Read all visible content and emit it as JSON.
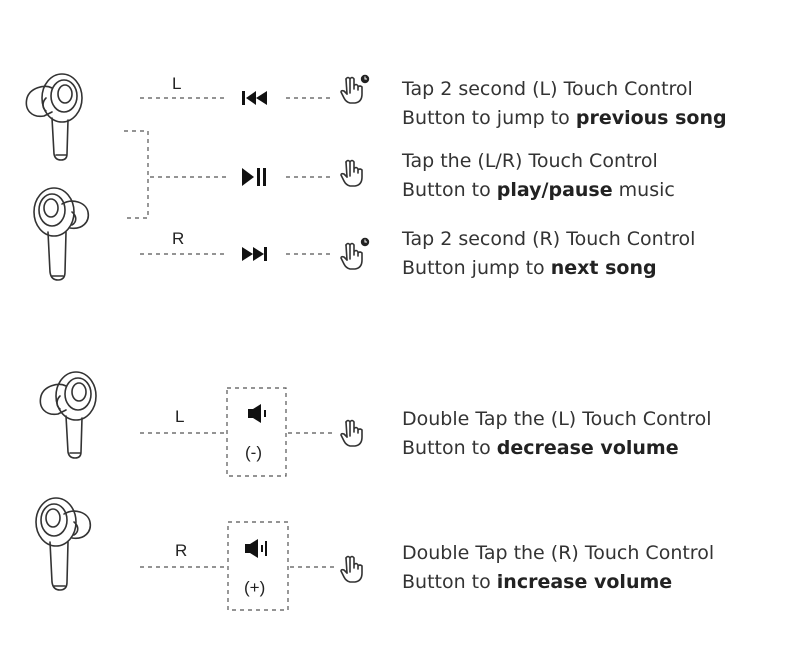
{
  "rows": [
    {
      "side": "L",
      "line1": "Tap 2 second (L) Touch Control",
      "line2_pre": "Button to jump to ",
      "line2_bold": "previous song",
      "line2_post": ""
    },
    {
      "side": "",
      "line1": "Tap the (L/R) Touch Control",
      "line2_pre": "Button to ",
      "line2_bold": "play/pause",
      "line2_post": " music"
    },
    {
      "side": "R",
      "line1": "Tap 2 second  (R) Touch Control",
      "line2_pre": "Button jump to ",
      "line2_bold": "next song",
      "line2_post": ""
    },
    {
      "side": "L",
      "symbol": "(-)",
      "line1": "Double Tap the (L) Touch Control",
      "line2_pre": "Button to ",
      "line2_bold": "decrease volume",
      "line2_post": ""
    },
    {
      "side": "R",
      "symbol": "(+)",
      "line1": "Double Tap the (R) Touch Control",
      "line2_pre": "Button to ",
      "line2_bold": "increase volume",
      "line2_post": ""
    }
  ],
  "icons": {
    "prev": "previous-track-icon",
    "play": "play-pause-icon",
    "next": "next-track-icon",
    "vol_down": "volume-down-icon",
    "vol_up": "volume-up-icon",
    "hold": "hand-tap-hold-icon",
    "tap": "hand-tap-icon"
  }
}
